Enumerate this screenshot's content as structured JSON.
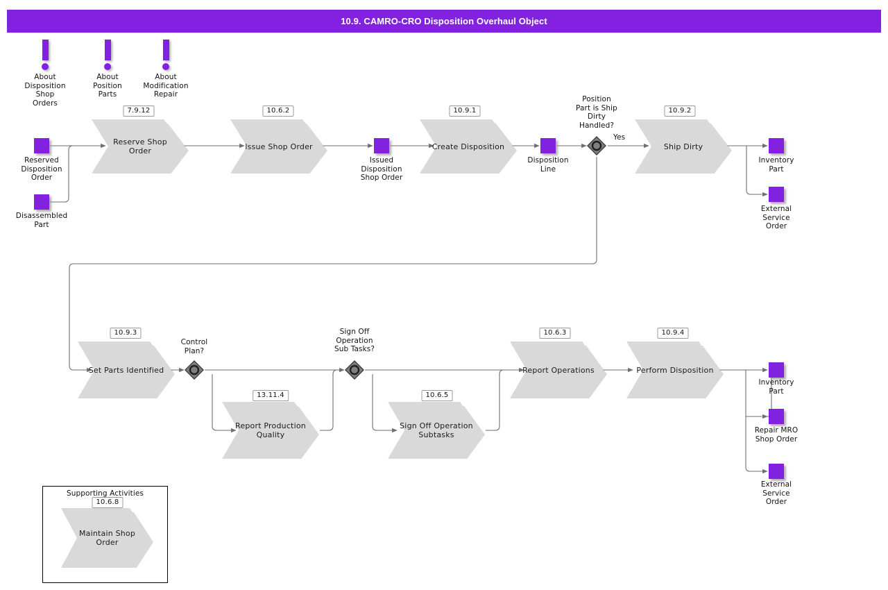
{
  "header": {
    "title": "10.9. CAMRO-CRO Disposition Overhaul Object",
    "bar_color": "#8222e0",
    "text_color": "#ffffff"
  },
  "palette": {
    "data_object": "#8222e0",
    "activity_fill": "#d9d9d9",
    "gateway_fill": "#808080",
    "connector": "#666666",
    "canvas": "#ffffff"
  },
  "annotations": [
    {
      "id": "about-disposition-shop-orders",
      "label": "About\nDisposition\nShop\nOrders"
    },
    {
      "id": "about-position-parts",
      "label": "About\nPosition\nParts"
    },
    {
      "id": "about-modification-repair",
      "label": "About\nModification\nRepair"
    }
  ],
  "data_objects": [
    {
      "id": "reserved-disposition-order",
      "label": "Reserved\nDisposition\nOrder"
    },
    {
      "id": "disassembled-part",
      "label": "Disassembled\nPart"
    },
    {
      "id": "issued-disposition-shop-order",
      "label": "Issued\nDisposition\nShop Order"
    },
    {
      "id": "disposition-line",
      "label": "Disposition\nLine"
    },
    {
      "id": "inventory-part-top",
      "label": "Inventory\nPart"
    },
    {
      "id": "external-service-order-top",
      "label": "External\nService\nOrder"
    },
    {
      "id": "inventory-part-bottom",
      "label": "Inventory\nPart"
    },
    {
      "id": "repair-mro-shop-order",
      "label": "Repair MRO\nShop Order"
    },
    {
      "id": "external-service-order-bottom",
      "label": "External\nService\nOrder"
    }
  ],
  "activities": [
    {
      "id": "reserve-shop-order",
      "tag": "7.9.12",
      "label": "Reserve Shop Order"
    },
    {
      "id": "issue-shop-order",
      "tag": "10.6.2",
      "label": "Issue Shop Order"
    },
    {
      "id": "create-disposition",
      "tag": "10.9.1",
      "label": "Create\nDisposition"
    },
    {
      "id": "ship-dirty",
      "tag": "10.9.2",
      "label": "Ship Dirty"
    },
    {
      "id": "set-parts-identified",
      "tag": "10.9.3",
      "label": "Set Parts\nIdentified"
    },
    {
      "id": "report-production-quality",
      "tag": "13.11.4",
      "label": "Report\nProduction\nQuality"
    },
    {
      "id": "sign-off-operation-subtasks",
      "tag": "10.6.5",
      "label": "Sign Off\nOperation\nSubtasks"
    },
    {
      "id": "report-operations",
      "tag": "10.6.3",
      "label": "Report\nOperations"
    },
    {
      "id": "perform-disposition",
      "tag": "10.9.4",
      "label": "Perform\nDisposition"
    },
    {
      "id": "maintain-shop-order",
      "tag": "10.6.8",
      "label": "Maintain Shop\nOrder"
    }
  ],
  "gateways": [
    {
      "id": "position-part-is-ship-dirty-handled",
      "label": "Position\nPart is Ship\nDirty\nHandled?",
      "type": "inclusive"
    },
    {
      "id": "control-plan",
      "label": "Control\nPlan?",
      "type": "inclusive"
    },
    {
      "id": "sign-off-operation-sub-tasks",
      "label": "Sign Off\nOperation\nSub Tasks?",
      "type": "inclusive"
    }
  ],
  "flow_labels": [
    {
      "id": "yes-ship-dirty",
      "label": "Yes"
    }
  ],
  "groups": [
    {
      "id": "supporting-activities",
      "title": "Supporting Activities"
    }
  ]
}
